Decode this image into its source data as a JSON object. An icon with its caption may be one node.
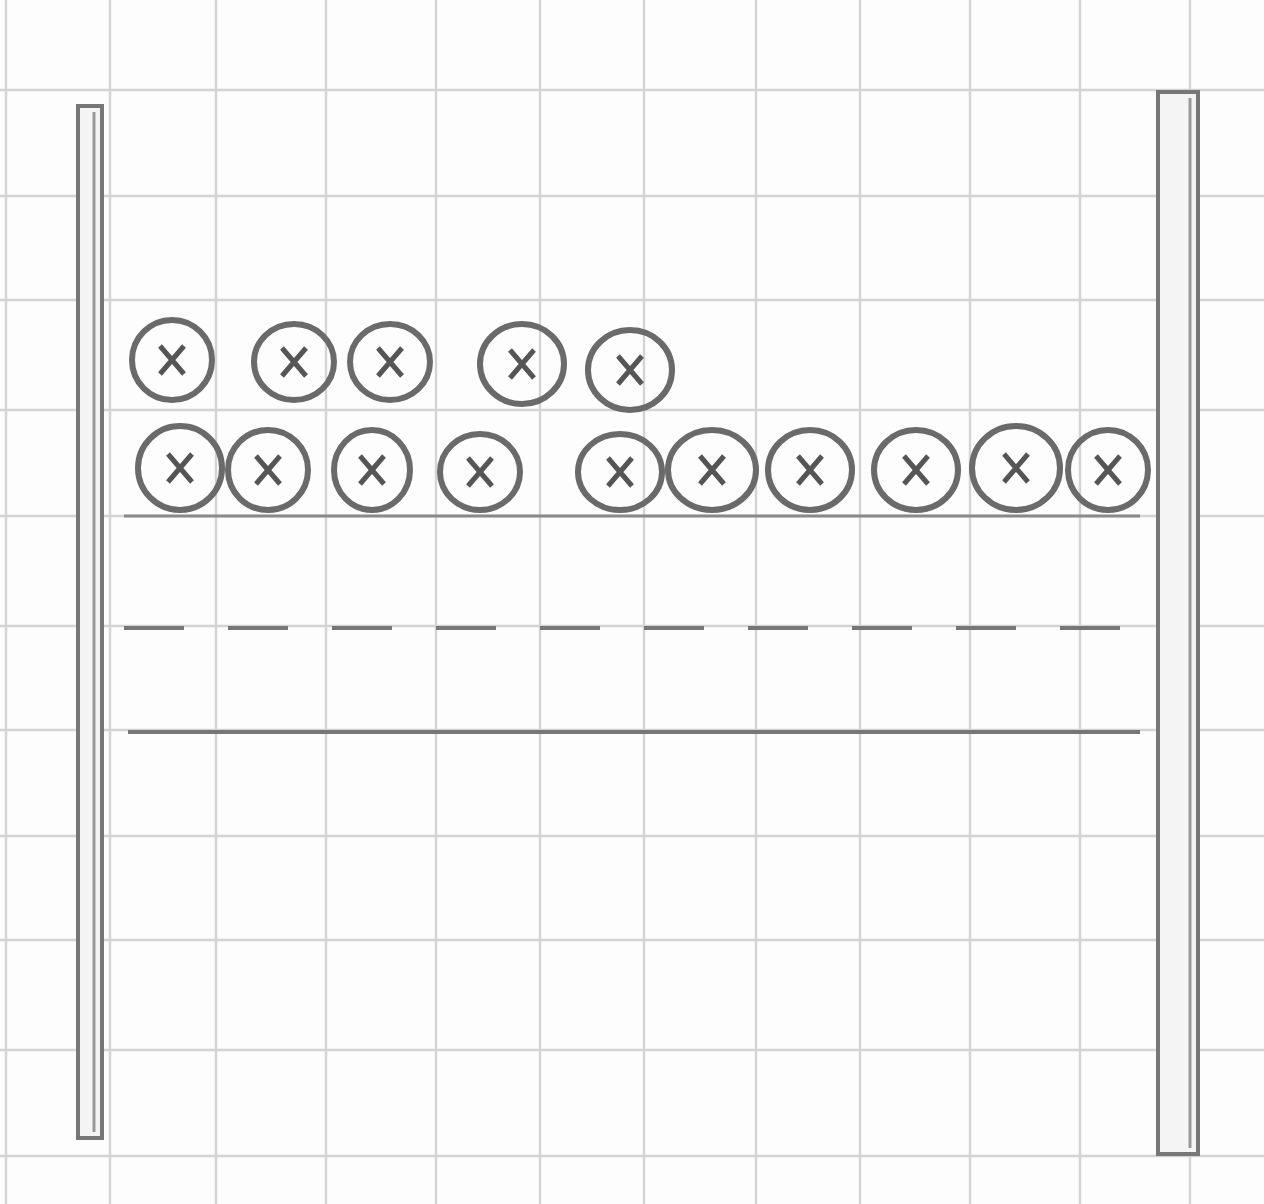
{
  "diagram": {
    "nodes": [
      {
        "text": [],
        "shape": "bar"
      },
      {
        "text": [],
        "shape": "circle"
      },
      {
        "text": [],
        "shape": "circle"
      },
      {
        "text": [],
        "shape": "circle"
      },
      {
        "text": [],
        "shape": "circle"
      },
      {
        "text": [],
        "shape": "circle"
      },
      {
        "text": [],
        "shape": "circle"
      },
      {
        "text": [],
        "shape": "circle"
      },
      {
        "text": [],
        "shape": "circle"
      },
      {
        "text": [],
        "shape": "circle"
      },
      {
        "text": [],
        "shape": "circle"
      },
      {
        "text": [],
        "shape": "circle"
      },
      {
        "text": [],
        "shape": "circle"
      },
      {
        "text": [],
        "shape": "circle"
      },
      {
        "text": [],
        "shape": "circle"
      },
      {
        "text": [],
        "shape": "circle"
      },
      {
        "text": [],
        "shape": "bar"
      }
    ]
  }
}
